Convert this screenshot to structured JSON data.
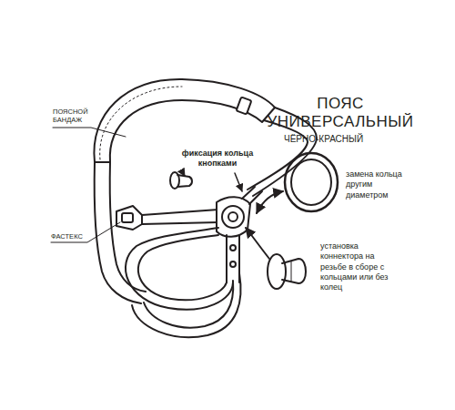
{
  "diagram": {
    "title": "ПОЯС УНИВЕРСАЛЬНЫЙ",
    "labels": [
      "ЧЁРНО-КРАСНЫЙ",
      "ПОЯСНОЙ БАНДАЖ",
      "фиксация кольца кнопками",
      "замена кольца другим диаметром",
      "ФАСТЕКС",
      "установка коннектора на резьбе в сборе с кольцами или без колец"
    ]
  }
}
